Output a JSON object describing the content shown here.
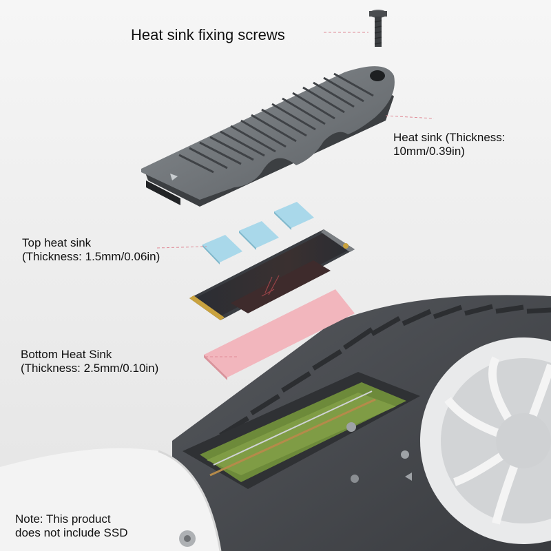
{
  "labels": {
    "screws": "Heat sink fixing screws",
    "heat_sink_line1": "Heat sink (Thickness:",
    "heat_sink_line2": "10mm/0.39in)",
    "top_pad_line1": "Top heat sink",
    "top_pad_line2": "(Thickness: 1.5mm/0.06in)",
    "bottom_pad_line1": "Bottom Heat Sink",
    "bottom_pad_line2": "(Thickness: 2.5mm/0.10in)",
    "note_line1": "Note: This product",
    "note_line2": "does not include SSD"
  },
  "colors": {
    "heatsink": "#6f7478",
    "heatsink_dark": "#3c3f42",
    "thermal_pad_top": "#a9d8ea",
    "thermal_pad_bottom": "#f2b6bd",
    "ssd_pcb": "#2a2d33",
    "ssd_gold": "#c9a23e",
    "console_body": "#4a4d52",
    "console_shell": "#f2f2f2",
    "slot_green": "#6d8a3a",
    "leader_line": "#e08a96"
  },
  "icons": [
    "screw-icon",
    "triangle-logo-icon"
  ]
}
